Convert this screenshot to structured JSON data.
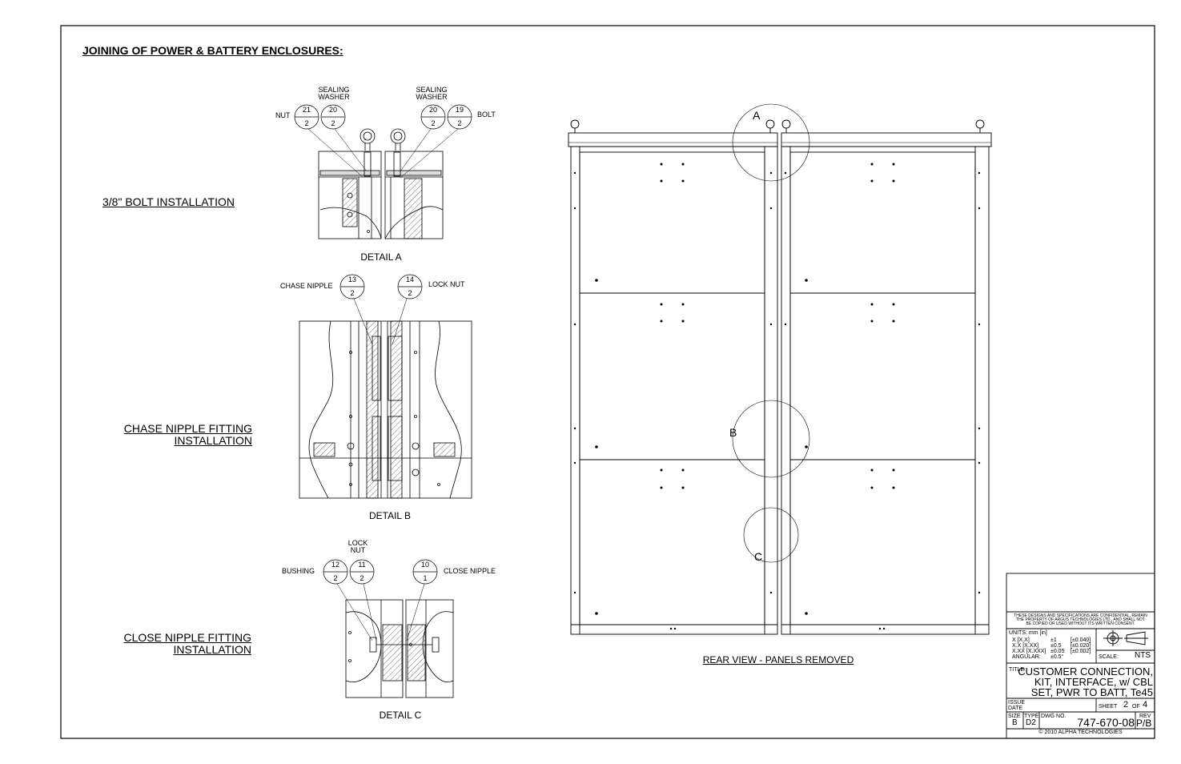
{
  "heading": "JOINING OF POWER & BATTERY ENCLOSURES:",
  "sections": {
    "bolt": "3/8\" BOLT INSTALLATION",
    "chase_1": "CHASE NIPPLE FITTING",
    "chase_2": "INSTALLATION",
    "close_1": "CLOSE NIPPLE FITTING",
    "close_2": "INSTALLATION"
  },
  "details": {
    "a": "DETAIL A",
    "b": "DETAIL B",
    "c": "DETAIL C",
    "letter_a": "A",
    "letter_b": "B",
    "letter_c": "C"
  },
  "parts": {
    "sealing_washer_1": "SEALING",
    "sealing_washer_2": "WASHER",
    "nut": "NUT",
    "bolt": "BOLT",
    "chase_nipple": "CHASE NIPPLE",
    "lock_nut": "LOCK NUT",
    "lock_nut_1": "LOCK",
    "lock_nut_2": "NUT",
    "bushing": "BUSHING",
    "close_nipple": "CLOSE NIPPLE"
  },
  "balloons": {
    "b21": {
      "item": "21",
      "qty": "2"
    },
    "b20a": {
      "item": "20",
      "qty": "2"
    },
    "b20b": {
      "item": "20",
      "qty": "2"
    },
    "b19": {
      "item": "19",
      "qty": "2"
    },
    "b13": {
      "item": "13",
      "qty": "2"
    },
    "b14": {
      "item": "14",
      "qty": "2"
    },
    "b12": {
      "item": "12",
      "qty": "2"
    },
    "b11": {
      "item": "11",
      "qty": "2"
    },
    "b10": {
      "item": "10",
      "qty": "1"
    }
  },
  "rear_view": "REAR VIEW - PANELS REMOVED",
  "title_block": {
    "confidential_1": "THESE DESIGNS AND SPECIFICATIONS ARE CONFIDENTIAL, REMAIN",
    "confidential_2": "THE PROPERTY OF ARGUS TECHNOLOGIES LTD., AND SHALL NOT",
    "confidential_3": "BE COPIED OR USED WITHOUT ITS WRITTEN CONSENT.",
    "units": "UNITS: mm [in]",
    "tol_1_fmt": "X [X.X]",
    "tol_1_mm": "±1",
    "tol_1_in": "[±0.040]",
    "tol_2_fmt": "X.X [X.XX]",
    "tol_2_mm": "±0.5",
    "tol_2_in": "[±0.020]",
    "tol_3_fmt": "X.XX [X.XXX]",
    "tol_3_mm": "±0.05",
    "tol_3_in": "[±0.002]",
    "angular_label": "ANGULAR:",
    "angular_val": "±0.5°",
    "scale_label": "SCALE:",
    "scale": "NTS",
    "title_label": "TITLE:",
    "title_1": "CUSTOMER CONNECTION,",
    "title_2": "KIT, INTERFACE, w/ CBL",
    "title_3": "SET, PWR TO BATT, Te45",
    "issue_label": "ISSUE",
    "date_label": "DATE",
    "sheet_label": "SHEET",
    "sheet_num": "2",
    "of_label": "OF",
    "sheet_total": "4",
    "size_label": "SIZE",
    "size": "B",
    "type_label": "TYPE",
    "type": "D2",
    "dwg_label": "DWG NO.",
    "dwg": "747-670-08",
    "rev_label": "REV",
    "rev": "P/B",
    "copyright": "© 2010 ALPHA TECHNOLOGIES"
  }
}
